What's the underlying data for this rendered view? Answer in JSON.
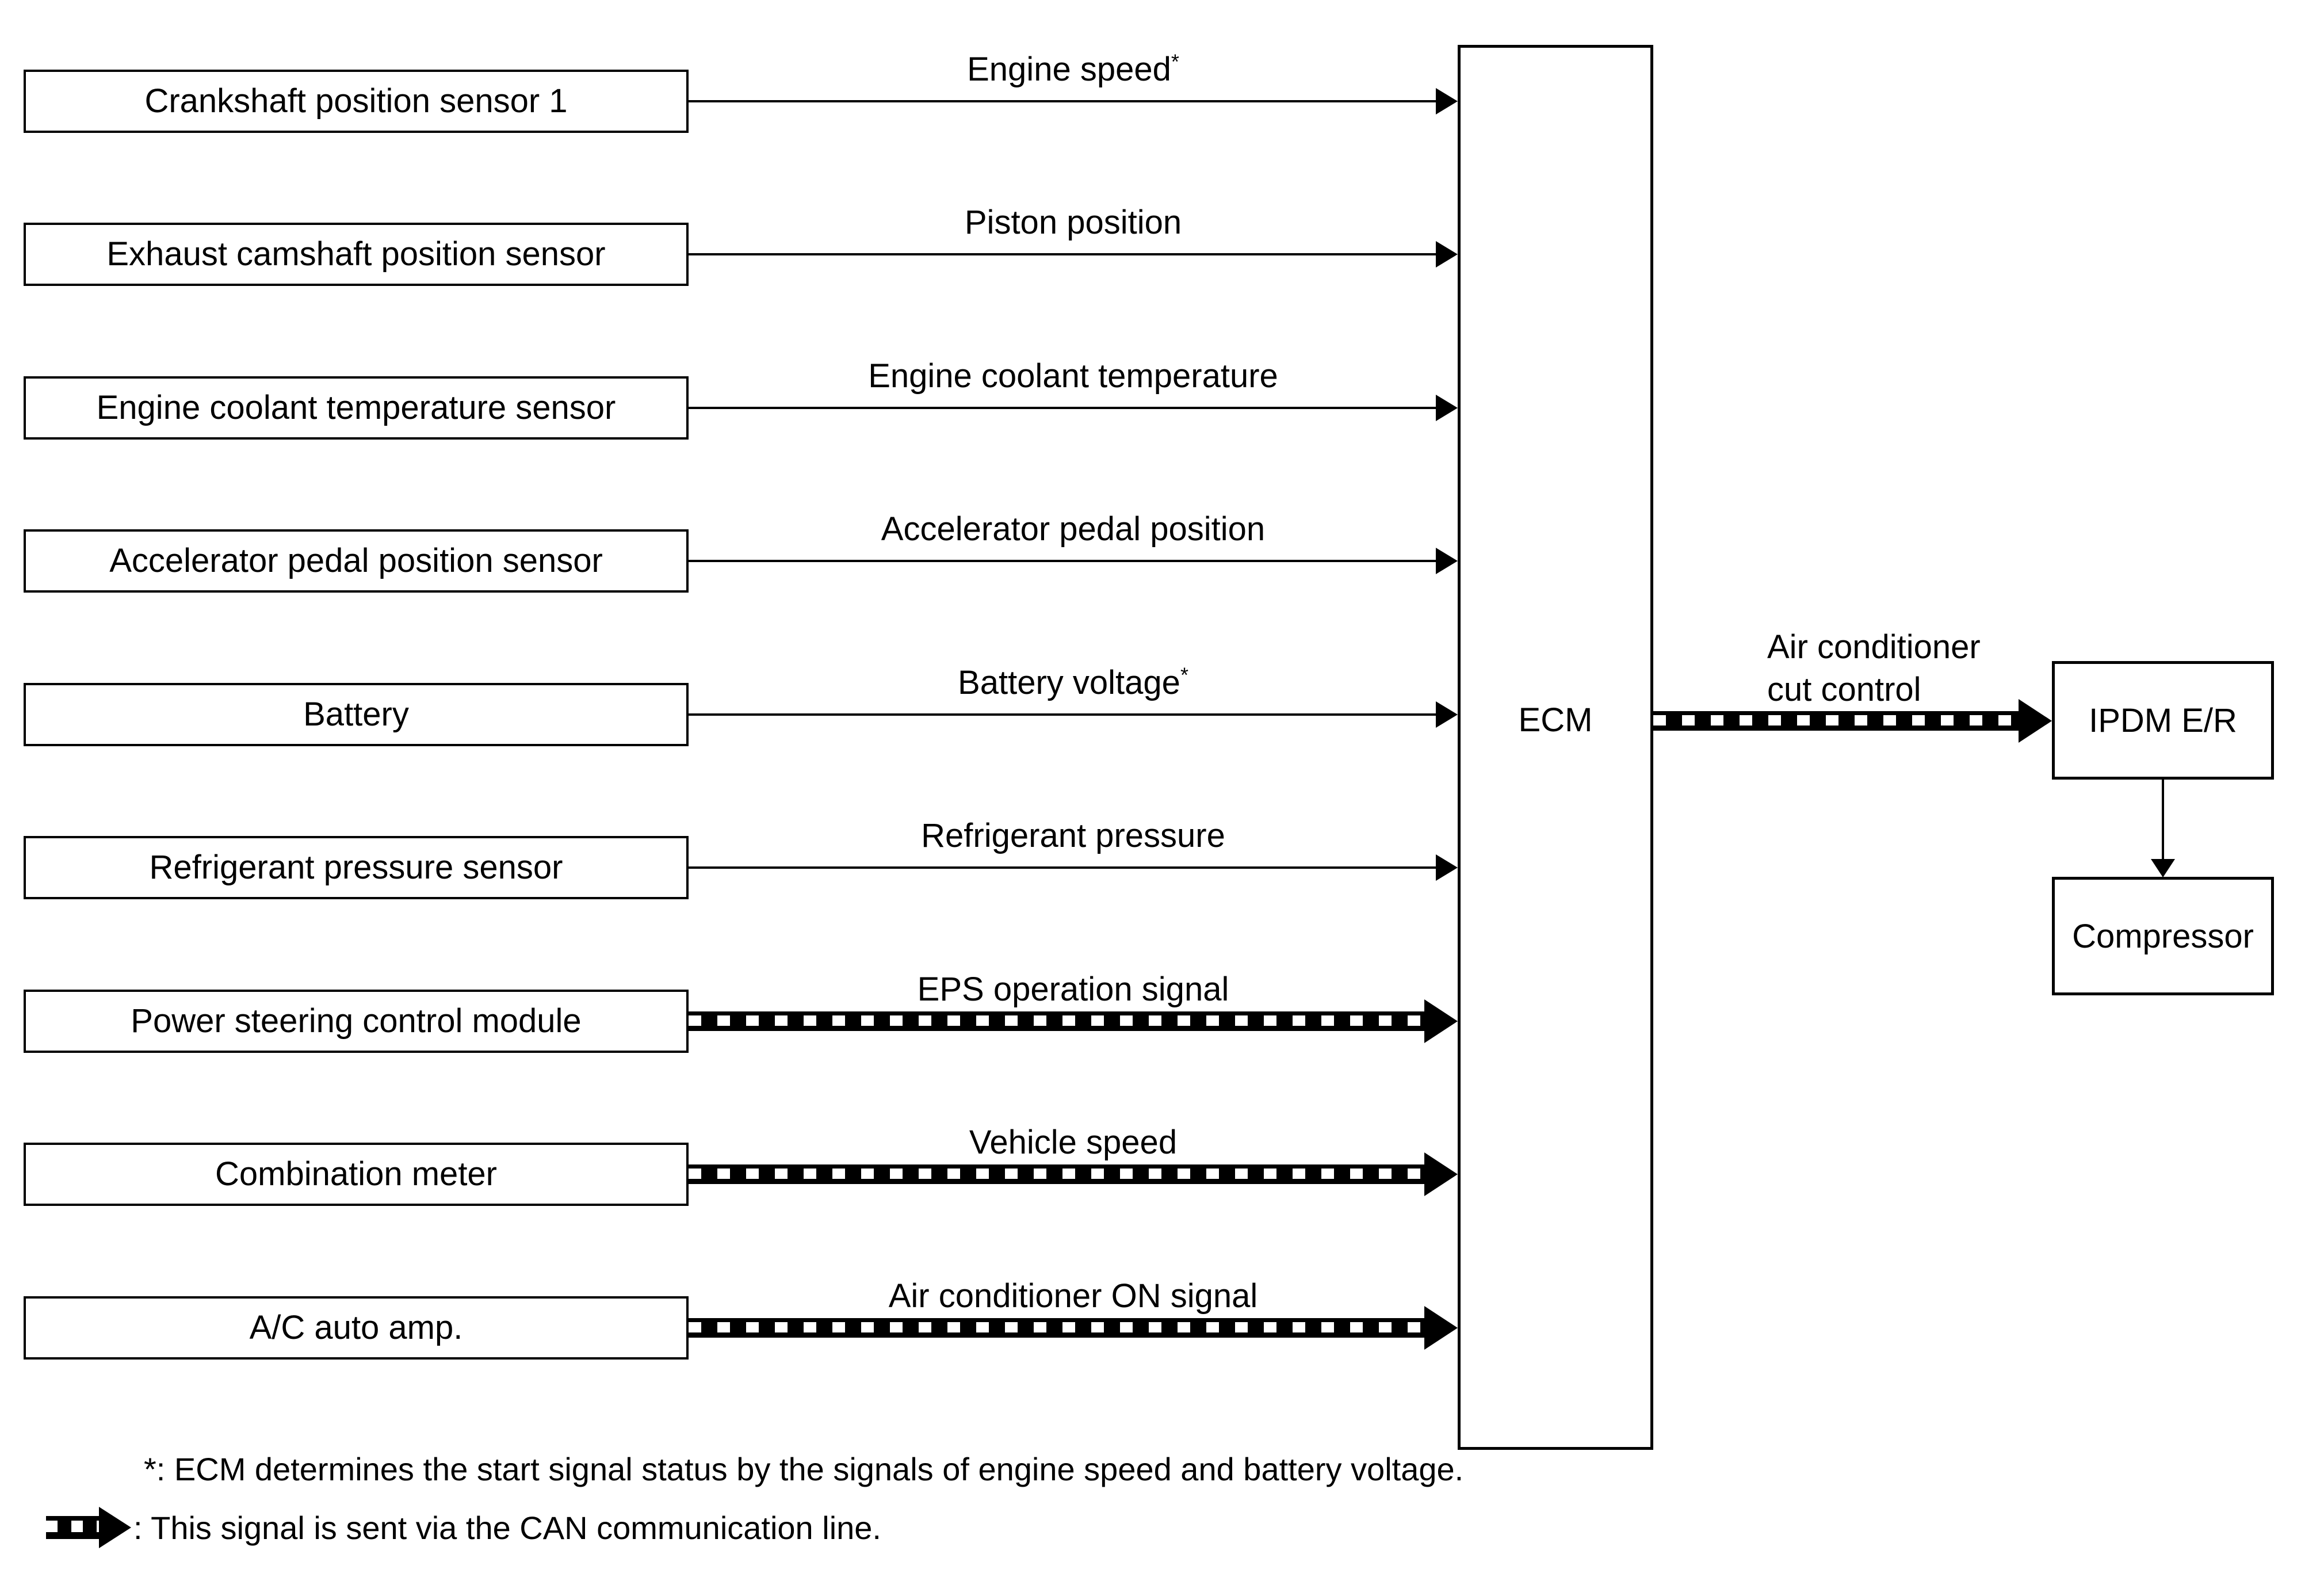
{
  "diagram": {
    "colors": {
      "ink": "#000000",
      "background": "#ffffff"
    },
    "sensors": [
      {
        "box": "Crankshaft position sensor 1",
        "signal": "Engine speed",
        "sup": "*",
        "can": false
      },
      {
        "box": "Exhaust camshaft position sensor",
        "signal": "Piston position",
        "sup": "",
        "can": false
      },
      {
        "box": "Engine coolant temperature sensor",
        "signal": "Engine coolant temperature",
        "sup": "",
        "can": false
      },
      {
        "box": "Accelerator pedal position sensor",
        "signal": "Accelerator pedal position",
        "sup": "",
        "can": false
      },
      {
        "box": "Battery",
        "signal": "Battery voltage",
        "sup": "*",
        "can": false
      },
      {
        "box": "Refrigerant pressure sensor",
        "signal": "Refrigerant pressure",
        "sup": "",
        "can": false
      },
      {
        "box": "Power steering control module",
        "signal": "EPS operation signal",
        "sup": "",
        "can": true
      },
      {
        "box": "Combination meter",
        "signal": "Vehicle speed",
        "sup": "",
        "can": true
      },
      {
        "box": "A/C auto amp.",
        "signal": "Air conditioner ON signal",
        "sup": "",
        "can": true
      }
    ],
    "ecm_label": "ECM",
    "cut_control": {
      "line1": "Air conditioner",
      "line2": "cut control"
    },
    "ipdm_label": "IPDM E/R",
    "compressor_label": "Compressor",
    "footnote_asterisk": "*: ECM determines the start signal status by the signals of engine speed and battery voltage.",
    "footnote_can": ": This signal is sent via the CAN communication line."
  }
}
